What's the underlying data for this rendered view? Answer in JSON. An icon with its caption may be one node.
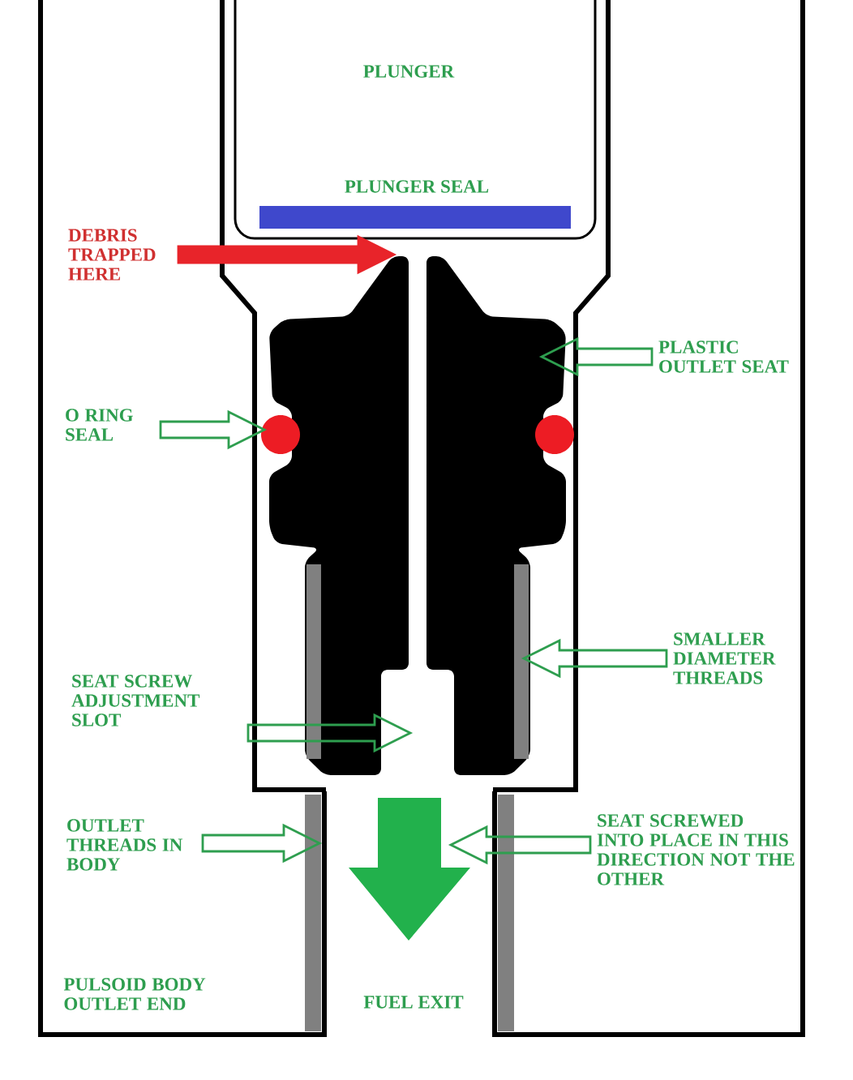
{
  "diagram": {
    "nodes": [
      {
        "text": [
          "DEBRIS TRAPPED HERE"
        ]
      },
      {
        "text": [
          "PLASTIC OUTLET SEAT"
        ]
      },
      {
        "text": [
          "O RING SEAL"
        ]
      },
      {
        "text": [
          "SMALLER DIAMETER THREADS"
        ]
      },
      {
        "text": [
          "SEAT SCREW ADJUSTMENT SLOT"
        ]
      },
      {
        "text": [
          "OUTLET THREADS IN BODY"
        ]
      },
      {
        "text": [
          "SEAT SCREWED INTO PLACE IN THIS DIRECTION NOT THE OTHER"
        ]
      }
    ],
    "edges": [
      {
        "from": 0,
        "to": null,
        "arrow": "to",
        "color": "#e8242a"
      },
      {
        "from": 1,
        "to": null,
        "arrow": "to"
      },
      {
        "from": 2,
        "to": null,
        "arrow": "to"
      },
      {
        "from": 3,
        "to": null,
        "arrow": "to"
      },
      {
        "from": 4,
        "to": null,
        "arrow": "to"
      },
      {
        "from": 5,
        "to": null,
        "arrow": "to"
      },
      {
        "from": 6,
        "to": null,
        "arrow": "to"
      }
    ],
    "labels": [
      "PLUNGER",
      "PLUNGER SEAL",
      "FUEL EXIT",
      "PULSOID BODY OUTLET END"
    ]
  }
}
